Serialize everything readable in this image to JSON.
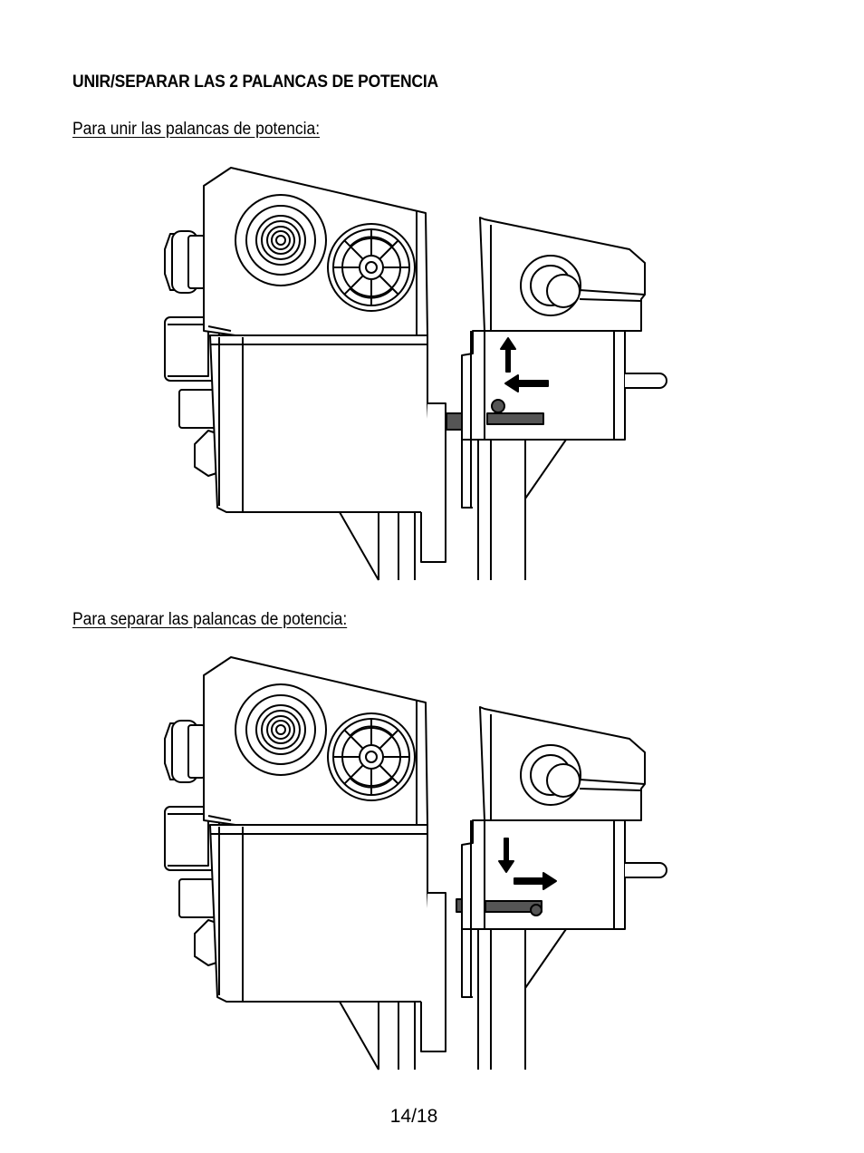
{
  "page": {
    "heading": "UNIR/SEPARAR LAS 2 PALANCAS DE POTENCIA",
    "section_join": {
      "caption": "Para unir las palancas de potencia:"
    },
    "section_separate": {
      "caption": "Para separar las palancas de potencia:"
    },
    "page_number": "14/18"
  },
  "colors": {
    "ink": "#000000",
    "pin_gray": "#555555",
    "paper": "#ffffff"
  },
  "figures": [
    {
      "id": "join",
      "arrows": [
        "arrow-up",
        "arrow-left"
      ],
      "pin_state": "engaged"
    },
    {
      "id": "separate",
      "arrows": [
        "arrow-down",
        "arrow-right"
      ],
      "pin_state": "released"
    }
  ]
}
